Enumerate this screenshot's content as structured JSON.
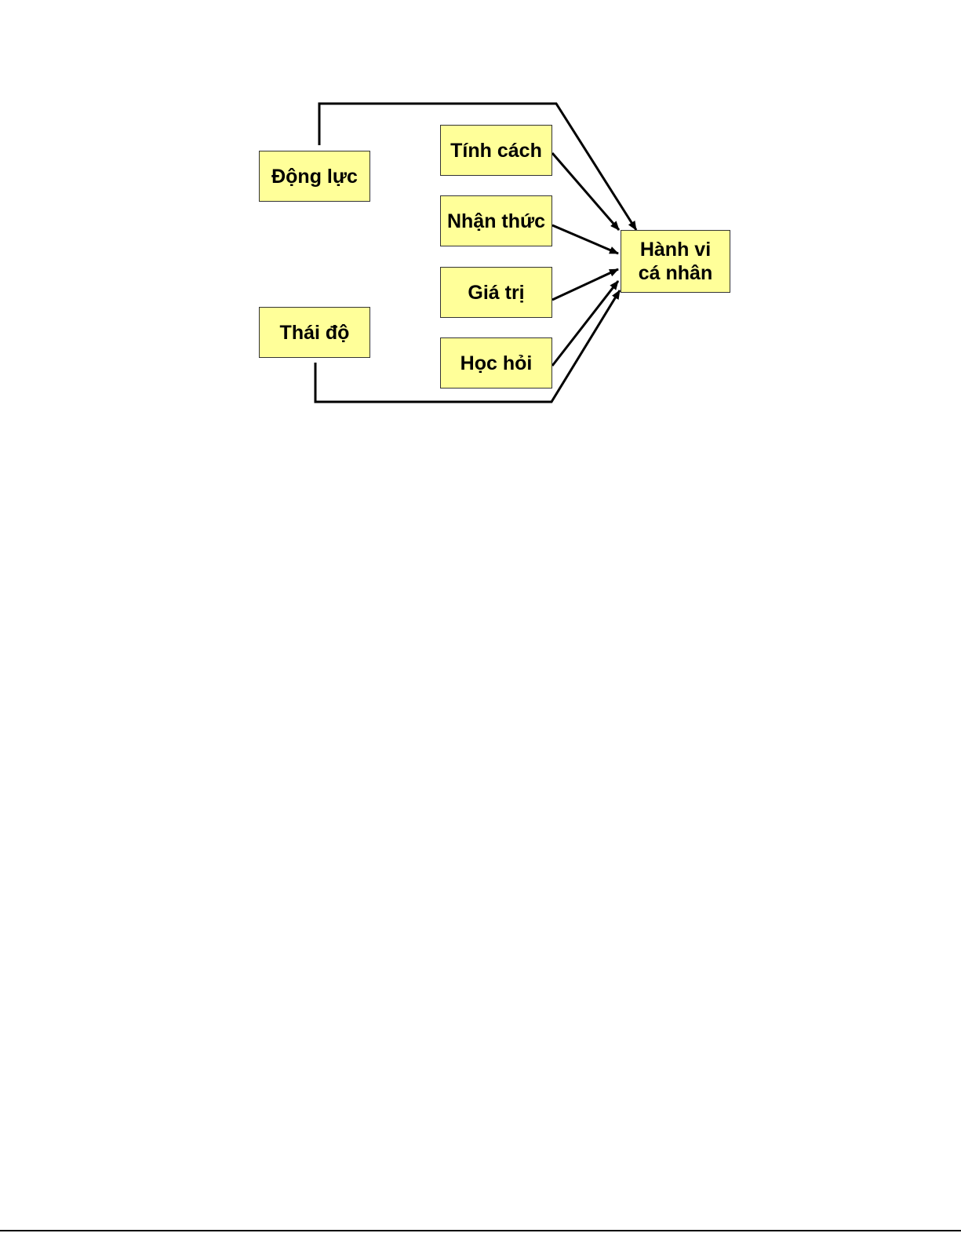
{
  "diagram": {
    "nodes": {
      "dong_luc": "Động lực",
      "thai_do": "Thái độ",
      "tinh_cach": "Tính cách",
      "nhan_thuc": "Nhận thức",
      "gia_tri": "Giá trị",
      "hoc_hoi": "Học hỏi",
      "hanh_vi_line1": "Hành vi",
      "hanh_vi_line2": "cá nhân"
    },
    "edges": [
      {
        "from": "Động lực",
        "to": "Hành vi cá nhân"
      },
      {
        "from": "Tính cách",
        "to": "Hành vi cá nhân"
      },
      {
        "from": "Nhận thức",
        "to": "Hành vi cá nhân"
      },
      {
        "from": "Giá trị",
        "to": "Hành vi cá nhân"
      },
      {
        "from": "Học hỏi",
        "to": "Hành vi cá nhân"
      },
      {
        "from": "Thái độ",
        "to": "Hành vi cá nhân"
      }
    ],
    "colors": {
      "box_fill": "#ffff99",
      "box_border": "#333333",
      "line": "#000000"
    }
  }
}
